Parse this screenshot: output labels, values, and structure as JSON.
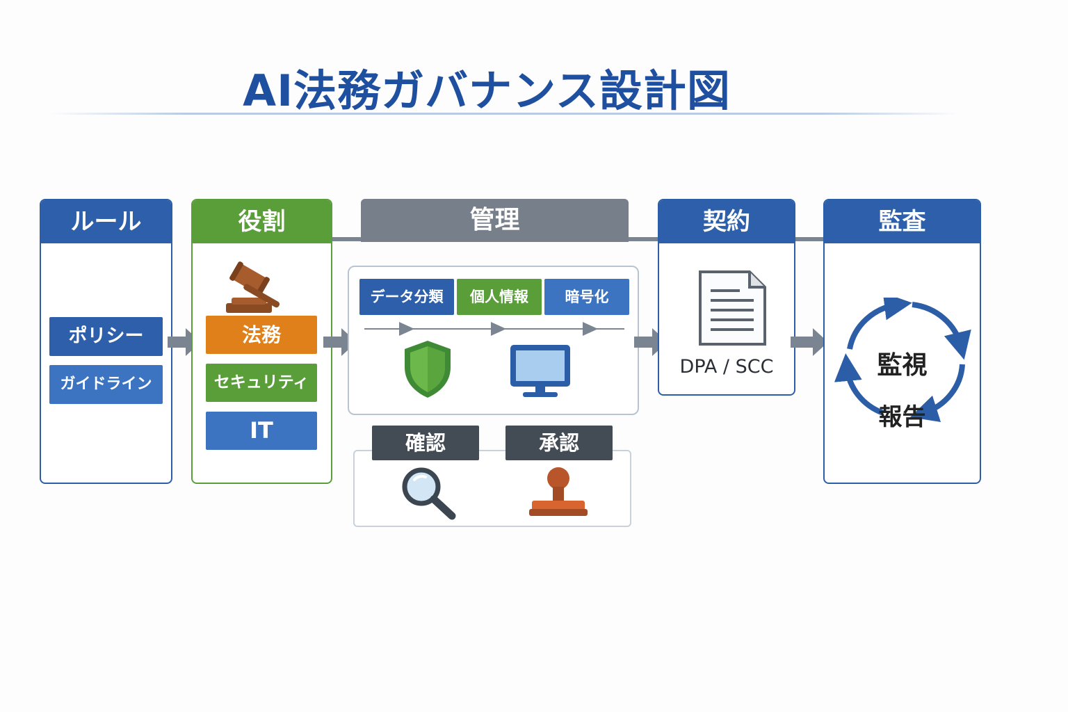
{
  "title": "AI法務ガバナンス設計図",
  "colors": {
    "blue": "#2c5ea8",
    "green": "#5a9e3a",
    "gray": "#767f8a",
    "orange": "#e0801a",
    "dark": "#434b55"
  },
  "rules": {
    "header": "ルール",
    "items": [
      "ポリシー",
      "ガイドライン"
    ]
  },
  "roles": {
    "header": "役割",
    "icon": "gavel-icon",
    "items": [
      "法務",
      "セキュリティ",
      "IT"
    ]
  },
  "management": {
    "header": "管理",
    "tags": [
      "データ分類",
      "個人情報",
      "暗号化"
    ],
    "icons": [
      "shield-icon",
      "monitor-icon"
    ],
    "checks": [
      {
        "label": "確認",
        "icon": "magnifier-icon"
      },
      {
        "label": "承認",
        "icon": "stamp-icon"
      }
    ]
  },
  "contract": {
    "header": "契約",
    "icon": "document-icon",
    "caption": "DPA / SCC"
  },
  "audit": {
    "header": "監査",
    "icon": "cycle-icon",
    "cycle": [
      "監視",
      "報告"
    ]
  }
}
